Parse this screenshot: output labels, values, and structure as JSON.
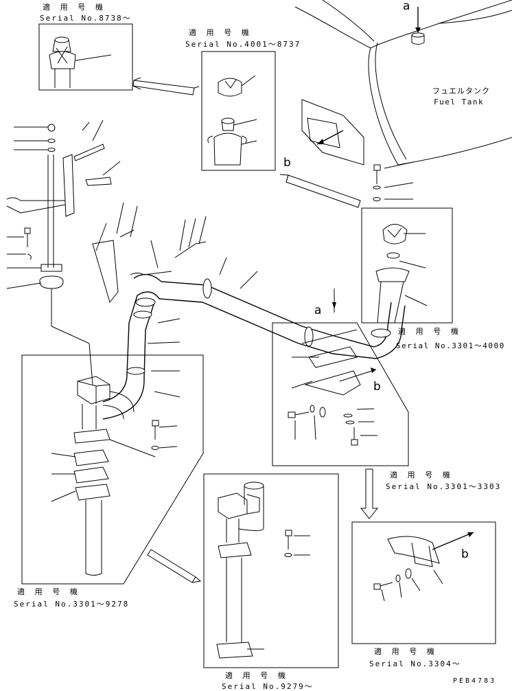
{
  "labels": {
    "applic": "適 用 号 機",
    "fuel_tank_jp": "フュエルタンク",
    "fuel_tank_en": "Fuel Tank",
    "serial_8738": "Serial No.8738～",
    "serial_4001": "Serial No.4001～8737",
    "serial_3301_4000": "Serial No.3301～4000",
    "serial_3301_9278": "Serial No.3301～9278",
    "serial_3301_3303": "Serial No.3301～3303",
    "serial_9279": "Serial No.9279～",
    "serial_3304": "Serial No.3304～",
    "drawing_code": "PEB4783"
  },
  "letters": {
    "a": "a",
    "b": "b"
  }
}
